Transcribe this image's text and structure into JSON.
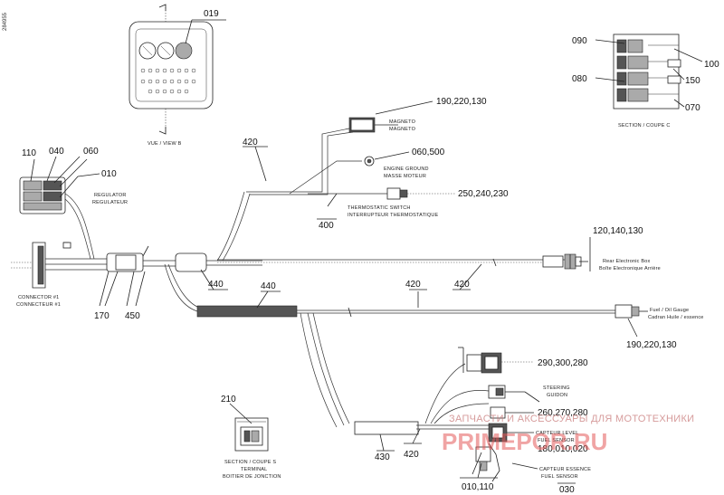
{
  "drawing_code": "284955",
  "labels": {
    "vue_view": "VUE / VIEW B",
    "section_coupe_top": "SECTION / COUPE C",
    "section_coupe_bottom": "SECTION / COUPE S",
    "section_sub_1": "TERMINAL",
    "section_sub_2": "BOITIER DE JONCTION",
    "regulator_1": "REGULATOR",
    "regulator_2": "REGULATEUR",
    "connector_1": "CONNECTOR #1",
    "connector_2": "CONNECTEUR #1",
    "magneto_1": "MAGNETO",
    "magneto_2": "MAGNETO",
    "engine_ground_1": "ENGINE GROUND",
    "engine_ground_2": "MASSE MOTEUR",
    "thermo_1": "THERMOSTATIC SWITCH",
    "thermo_2": "INTERRUPTEUR THERMOSTATIQUE",
    "rear_box_1": "Rear Electronic Box",
    "rear_box_2": "Boîte Electronique Arrière",
    "fuel_gauge_1": "Fuel / Oil Gauge",
    "fuel_gauge_2": "Cadran Huile / essence",
    "steering_1": "STEERING",
    "steering_2": "GUIDON",
    "fuel_level_1": "CAPTEUR LEVEL",
    "fuel_level_2": "FUEL SENSOR",
    "fuel_sensor_1": "CAPTEUR ESSENCE",
    "fuel_sensor_2": "FUEL SENSOR"
  },
  "callouts": {
    "c019": "019",
    "c090": "090",
    "c100": "100",
    "c080": "080",
    "c150": "150",
    "c070": "070",
    "c110": "110",
    "c040": "040",
    "c060": "060",
    "c010": "010",
    "c190_220_130_top": "190,220,130",
    "c060_500": "060,500",
    "c250_240_230": "250,240,230",
    "c420_top": "420",
    "c400": "400",
    "c120_140_130": "120,140,130",
    "c440_a": "440",
    "c440_b": "440",
    "c420_mid": "420",
    "c420_right": "420",
    "c170": "170",
    "c450": "450",
    "c190_220_130_bottom": "190,220,130",
    "c290_300_280": "290,300,280",
    "c260_270_280": "260,270,280",
    "c180_010_020": "180,010,020",
    "c210": "210",
    "c430": "430",
    "c420_bottom": "420",
    "c010_110": "010,110",
    "c030": "030"
  },
  "watermark": {
    "line1": "ЗАПЧАСТИ И АКСЕССУАРЫ ДЛЯ МОТОТЕХНИКИ",
    "line2": "PRIMEPOR.RU"
  }
}
